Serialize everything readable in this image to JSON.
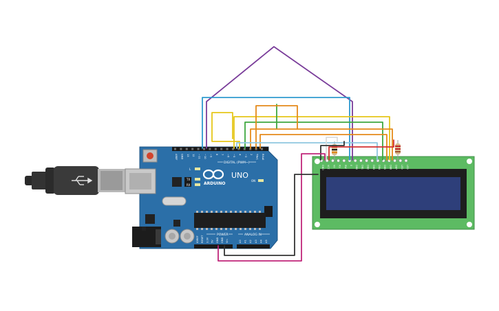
{
  "arduino": {
    "brand": "ARDUINO",
    "model": "UNO",
    "digital_label": "DIGITAL (PWM~)",
    "power_label": "POWER",
    "analog_label": "ANALOG IN",
    "led_labels": [
      "L",
      "TX",
      "RX",
      "ON"
    ],
    "top_pin_labels": [
      "AREF",
      "GND",
      "13",
      "12",
      "~11",
      "~10",
      "~9",
      "8",
      "7",
      "~6",
      "~5",
      "4",
      "~3",
      "2",
      "TX▸1",
      "RX◂0"
    ],
    "power_pin_labels": [
      "IOREF",
      "RESET",
      "3.3V",
      "5V",
      "GND",
      "GND",
      "Vin"
    ],
    "analog_pin_labels": [
      "A0",
      "A1",
      "A2",
      "A3",
      "A4",
      "A5"
    ]
  },
  "lcd": {
    "pin_labels": [
      "GND",
      "VCC",
      "V0",
      "RS",
      "RW",
      "E",
      "DB0",
      "DB1",
      "DB2",
      "DB3",
      "DB4",
      "DB5",
      "DB6",
      "DB7",
      "LED",
      "LED"
    ]
  },
  "colors": {
    "board": "#2b6fa8",
    "lcd_pcb": "#5dbb63",
    "lcd_screen": "#2e3f7a",
    "wire_purple": "#7a3d9a",
    "wire_blue": "#2e9bcf",
    "wire_yellow": "#e6c619",
    "wire_orange": "#e58a1a",
    "wire_green": "#3fa83f",
    "wire_lightblue": "#8fc7df",
    "wire_magenta": "#c0267a",
    "wire_black": "#333333"
  }
}
